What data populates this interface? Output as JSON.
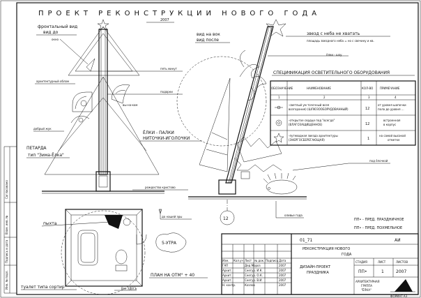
{
  "sheet": {
    "title": "ПРОЕКТ РЕКОНСТРУКЦИИ НОВОГО ГОДА",
    "year_tag": "2007"
  },
  "front_view": {
    "label_line1": "фронтальный вид",
    "label_line2": "вид до",
    "sub_label": "окно",
    "arch_label": "архитектурный облом",
    "good_ear_label": "добрый жук",
    "five_min_label": "пять минут",
    "gifts_label": "подарки",
    "firecracker_label": "ПЕТАРДА",
    "firecracker_type": "тип \"Зима-Ёлка\"",
    "birth_label": "рождество кристово",
    "to_our_era_label": "до нашей эры",
    "ice_label": "вы-на-ком"
  },
  "side_view": {
    "label_line1": "вид на вок",
    "label_line2": "вид после",
    "star_callout": "звезд с неба не хватать",
    "star_subcallout": "площадь звездного неба = но с свечину и кв.",
    "fir_label": "ёлки - шоу",
    "sticks_line1": "ЁЛКИ - ПАЛКИ",
    "sticks_line2": "НИТОЧКИ-ИГОЛОЧКИ",
    "under_fir_label": "под ёлочкой",
    "new_year_label": "оливье года",
    "axis_mark": "12"
  },
  "plan": {
    "pyta_label": "пыхта",
    "five_morning": "5-УТРА",
    "plan_label": "ПЛАН НА ОТМ° + 40",
    "toilet_label": "туалет типа сортир",
    "here_label": "Все ЗДЕСЬ"
  },
  "spec": {
    "title": "СПЕЦИФИКАЦИЯ ОСВЕТИТЕЛЬНОГО ОБОРУДОВАНИЯ",
    "headers": [
      "ОБОЗНАЧЕНИЕ",
      "НАИМЕНОВАНИЕ",
      "КОЛ-ВО",
      "ПРИМЕЧАНИЕ"
    ],
    "numbers": [
      "1",
      "2",
      "3",
      "4"
    ],
    "rows": [
      {
        "name_line1": "-светлый ум точечный всея",
        "name_line2": "возгорания) (ШЛЮЗООБОРУДОВАННЫЙ)",
        "qty": "12",
        "note_line1": "от уровня шапочки",
        "note_line2": "пола до уровня ..."
      },
      {
        "name_line1": "-открытое сердце под \"всегда\"",
        "name_line2": "(ВЛАГОЗАЩИЩЕННОЕ)",
        "qty": "12",
        "note_line1": "встроенная",
        "note_line2": "в корпус"
      },
      {
        "name_line1": "-путеводная звезда архитектуры",
        "name_line2": "(ЭНЕРГОСБЕРЕГАЮЩАЯ)",
        "qty": "1",
        "note_line1": "на самой высокой",
        "note_line2": "отметке"
      }
    ]
  },
  "notes": {
    "note1": "ПП• - ПРЕД. ПРАЗДНИЧНОЕ",
    "note2": "ПП• - ПРЕД. ПОХМЕЛЬНОЕ"
  },
  "stamp": {
    "code": "01_71",
    "sheet_type": "АИ",
    "project_title_line1": "РЕКОНСТРУКЦИЯ НОВОГО",
    "project_title_line2": "ГОДА",
    "doc_title_line1": "ДИЗАЙН-ПРОЕКТ",
    "doc_title_line2": "ПРАЗДНИКА",
    "head_cols": [
      "Изм.",
      "Кол.уч",
      "Лист",
      "№ док.",
      "Подпись",
      "Дата"
    ],
    "people": [
      {
        "role": "ГАП",
        "name": "Дед Мороз",
        "date": "2007"
      },
      {
        "role": "Архит.",
        "name": "Снегур. И.К.",
        "date": "2007"
      },
      {
        "role": "Архит.",
        "name": "Снегур. О.К.",
        "date": "2007"
      },
      {
        "role": "Архит.",
        "name": "Снегур. В.И.",
        "date": "2007"
      },
      {
        "role": "Н. контр.",
        "name": "Козлов",
        "date": "2007"
      }
    ],
    "stage_header": "СТАДИЯ",
    "sheet_header": "ЛИСТ",
    "sheets_header": "ЛИСТОВ",
    "stage_value": "ПП•",
    "sheet_value": "1",
    "sheets_value": "2007",
    "firm_line1": "АРХИТЕКТУРНАЯ",
    "firm_line2": "ГРУППА",
    "firm_line3": "\"ЁЛКА\"",
    "format": "ФОРМАТ А3"
  },
  "side_strip": {
    "label1": "Согласовано",
    "label2": "Инв. № подл.",
    "label3": "Подпись и дата",
    "label4": "Взам. инв. №"
  }
}
